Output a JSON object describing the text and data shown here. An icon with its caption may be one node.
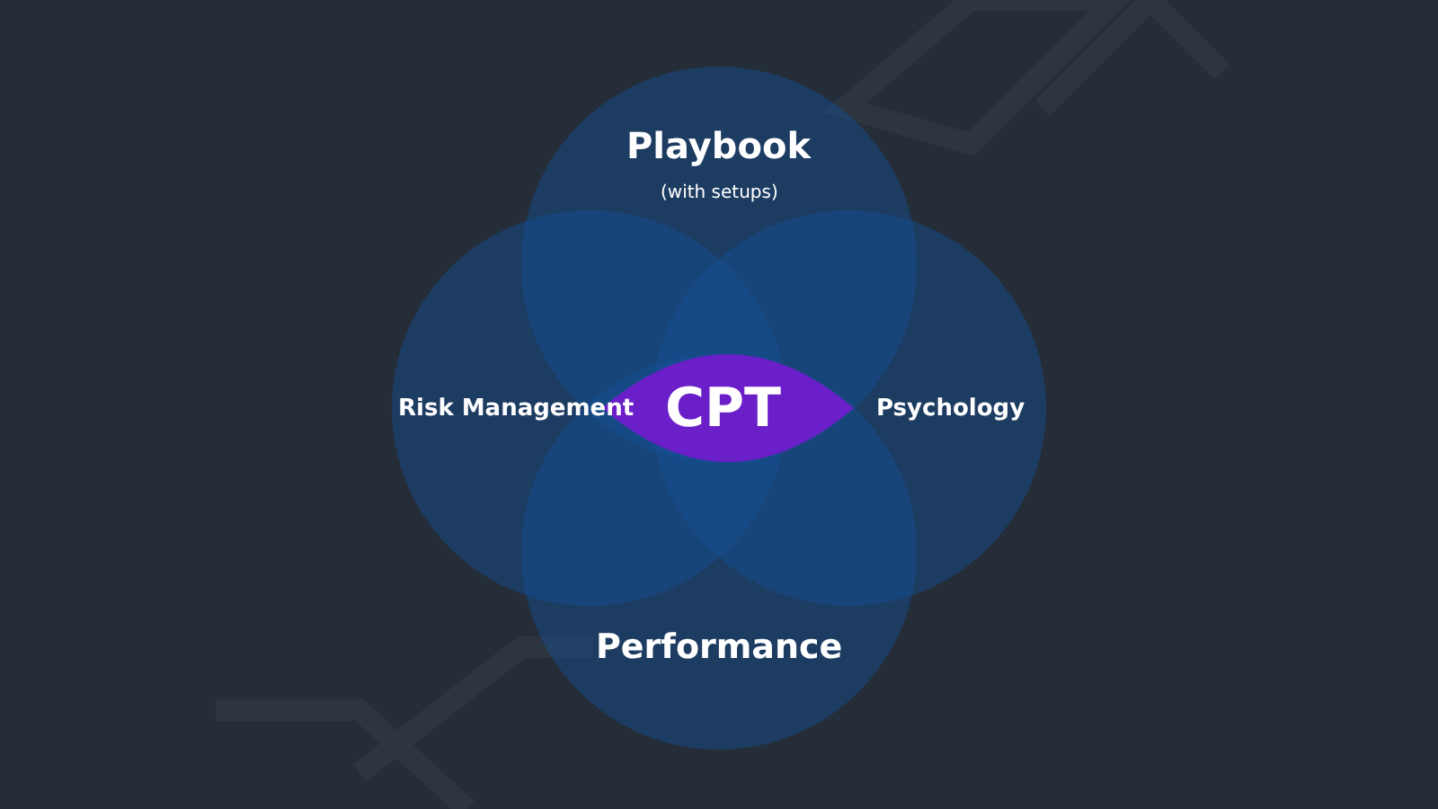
{
  "diagram": {
    "nodes": [
      {
        "text": [
          "Playbook",
          "(with setups)"
        ]
      },
      {
        "text": [
          "Risk Management"
        ]
      },
      {
        "text": [
          "Psychology"
        ]
      },
      {
        "text": [
          "Performance"
        ]
      },
      {
        "text": [
          "CPT"
        ]
      }
    ],
    "edges": []
  }
}
